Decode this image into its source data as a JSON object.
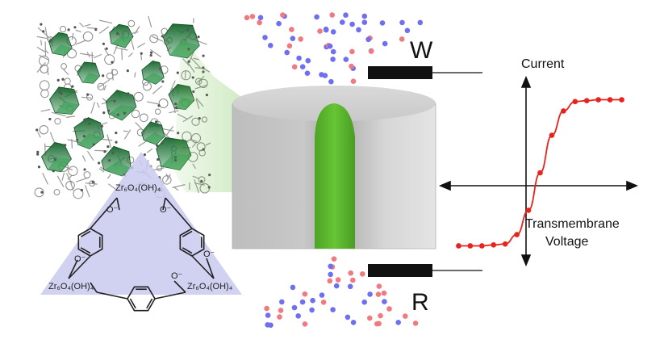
{
  "labels": {
    "electrode_top": "W",
    "electrode_bottom": "R",
    "axis_y": "Current",
    "axis_x_line1": "Transmembrane",
    "axis_x_line2": "Voltage"
  },
  "chemistry": {
    "node_top": "Zr₆O₄(OH)₄",
    "node_left": "Zr₆O₄(OH)₄",
    "node_right": "Zr₆O₄(OH)₄",
    "carboxylate_charge": "O⁻"
  },
  "colors": {
    "ion_red": "#f07a80",
    "ion_blue": "#6f6ff0",
    "mof_fill": "#5cb82e",
    "curve": "#e8231f",
    "triangle": "#c9c9f0",
    "membrane_gray": "#bdbdbd",
    "electrode": "#111111"
  },
  "chart_data": {
    "type": "line",
    "x": [
      -7,
      -6,
      -5,
      -4,
      -3,
      -2,
      -1,
      0,
      1,
      2,
      3,
      4,
      5,
      6,
      7
    ],
    "y": [
      -3.9,
      -3.9,
      -3.9,
      -3.85,
      -3.8,
      -3.3,
      -2.0,
      0.0,
      2.0,
      3.3,
      3.8,
      3.85,
      3.9,
      3.9,
      3.9
    ],
    "xlabel": "Transmembrane Voltage",
    "ylabel": "Current",
    "xlim": [
      -8,
      8
    ],
    "ylim": [
      -5,
      5
    ],
    "grid": false
  }
}
